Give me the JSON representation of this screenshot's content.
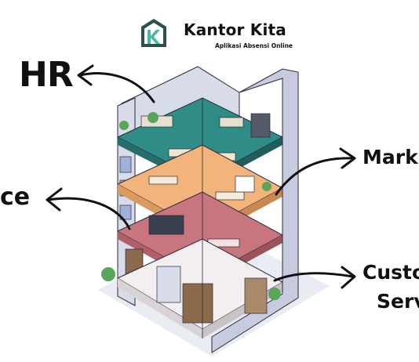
{
  "brand": {
    "name": "Kantor Kita",
    "tagline": "Aplikasi Absensi Online",
    "logo_icon": "house-k-logo-icon",
    "colors": {
      "logo_dark": "#2f4f4a",
      "logo_teal": "#48b8a8"
    }
  },
  "labels": {
    "hr": "HR",
    "finance": "ce",
    "marketing": "Mark",
    "customer_service_line1": "Custo",
    "customer_service_line2": "Serv"
  },
  "illustration": {
    "name": "isometric-office-building",
    "floors": [
      "hr-floor",
      "marketing-floor",
      "finance-floor",
      "customer-service-floor"
    ],
    "colors": {
      "hr_floor": "#2f8c86",
      "marketing_floor": "#f2b47a",
      "finance_floor": "#c9757e",
      "service_floor": "#f3eef0",
      "walls": "#d8dcea",
      "wall_shade": "#b9bfd6",
      "outline": "#2a2a3a"
    }
  }
}
